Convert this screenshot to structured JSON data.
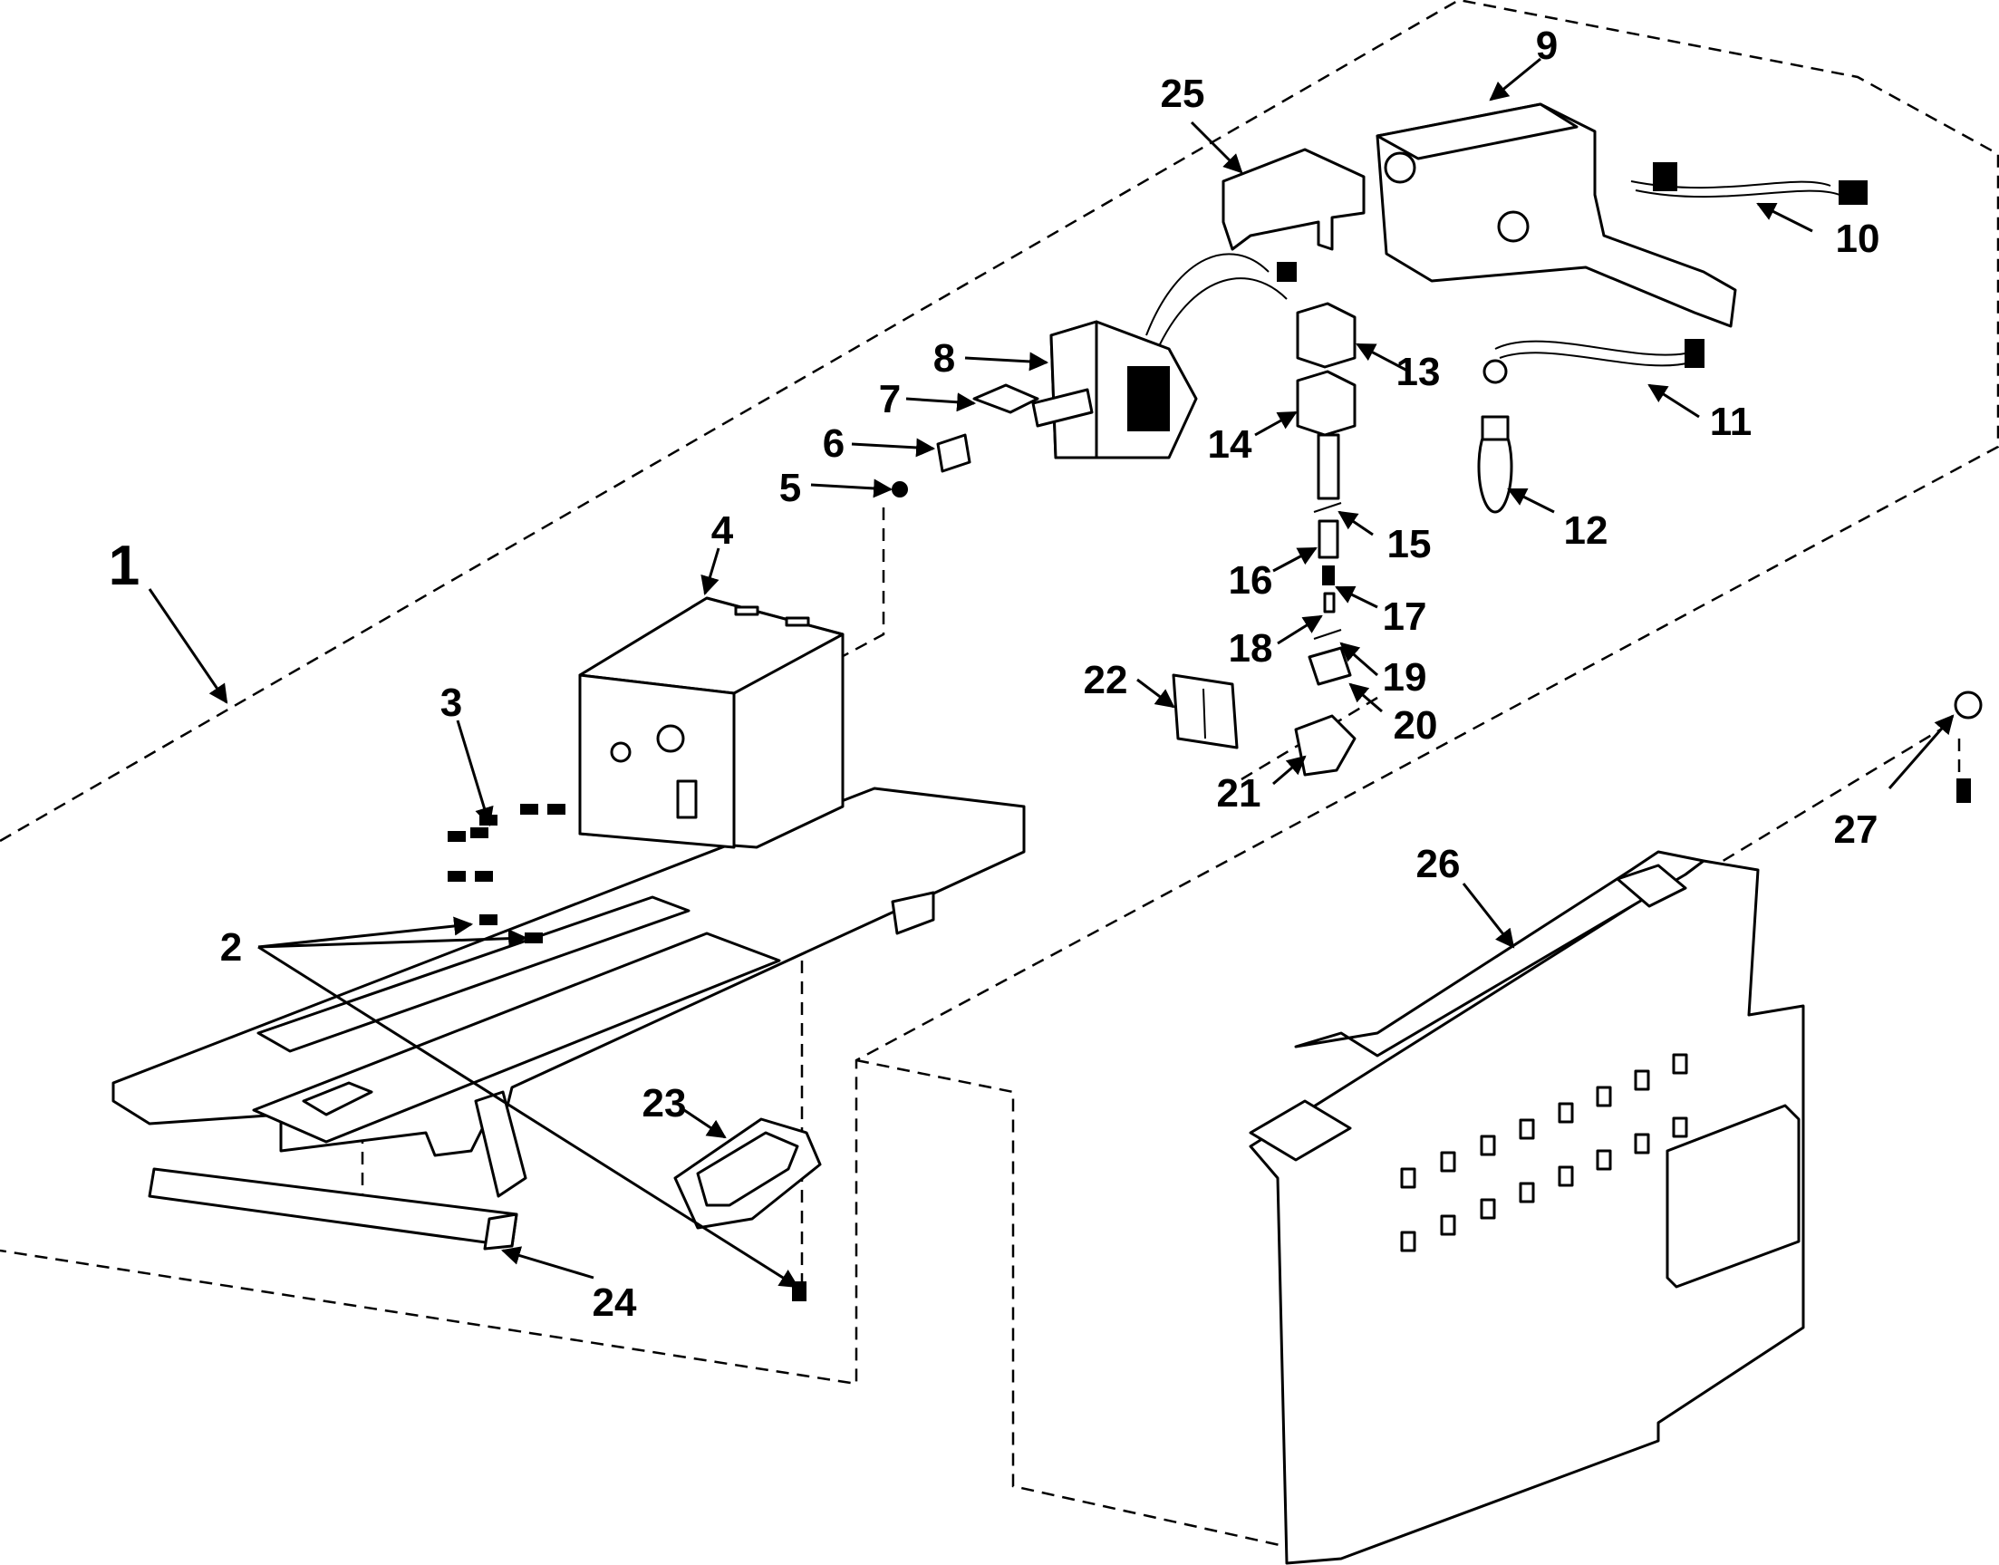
{
  "diagram": {
    "callouts": [
      {
        "id": "1",
        "label": "1"
      },
      {
        "id": "2",
        "label": "2"
      },
      {
        "id": "3",
        "label": "3"
      },
      {
        "id": "4",
        "label": "4"
      },
      {
        "id": "5",
        "label": "5"
      },
      {
        "id": "6",
        "label": "6"
      },
      {
        "id": "7",
        "label": "7"
      },
      {
        "id": "8",
        "label": "8"
      },
      {
        "id": "9",
        "label": "9"
      },
      {
        "id": "10",
        "label": "10"
      },
      {
        "id": "11",
        "label": "11"
      },
      {
        "id": "12",
        "label": "12"
      },
      {
        "id": "13",
        "label": "13"
      },
      {
        "id": "14",
        "label": "14"
      },
      {
        "id": "15",
        "label": "15"
      },
      {
        "id": "16",
        "label": "16"
      },
      {
        "id": "17",
        "label": "17"
      },
      {
        "id": "18",
        "label": "18"
      },
      {
        "id": "19",
        "label": "19"
      },
      {
        "id": "20",
        "label": "20"
      },
      {
        "id": "21",
        "label": "21"
      },
      {
        "id": "22",
        "label": "22"
      },
      {
        "id": "23",
        "label": "23"
      },
      {
        "id": "24",
        "label": "24"
      },
      {
        "id": "25",
        "label": "25"
      },
      {
        "id": "26",
        "label": "26"
      },
      {
        "id": "27",
        "label": "27"
      }
    ],
    "colors": {
      "line": "#000000",
      "background": "#ffffff"
    }
  }
}
